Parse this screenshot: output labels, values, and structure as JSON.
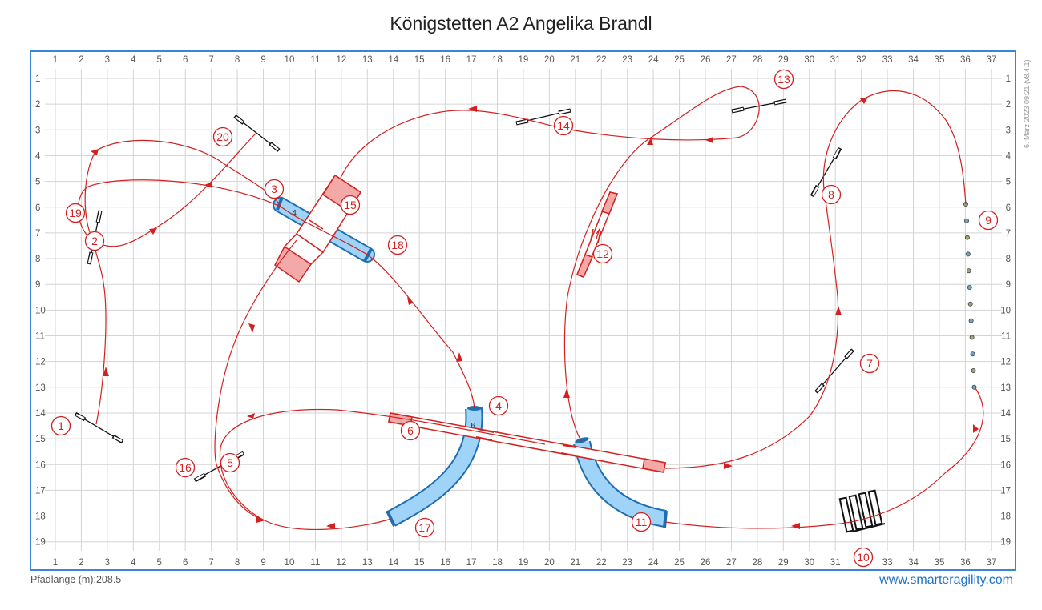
{
  "title": "Königstetten A2 Angelika Brandl",
  "path_length": "Pfadlänge (m):208.5",
  "website": "www.smarteragility.com",
  "version_note": "6. März 2023 09:21 (v8.4.1)",
  "colors": {
    "grid": "#d4d4d4",
    "border": "#3a86d6",
    "path": "#d42020",
    "tunnel": "#9fd3f7",
    "tunnel_end": "#1f6fb0",
    "contact": "#f4a9a9",
    "jump_bar": "#111111",
    "weave_pole_light": "#6aa6c9",
    "weave_pole_dark": "#a1a171"
  },
  "grid": {
    "columns": [
      "1",
      "2",
      "3",
      "4",
      "5",
      "6",
      "7",
      "8",
      "9",
      "10",
      "11",
      "12",
      "13",
      "14",
      "15",
      "16",
      "17",
      "18",
      "19",
      "20",
      "21",
      "22",
      "23",
      "24",
      "25",
      "26",
      "27",
      "28",
      "29",
      "30",
      "31",
      "32",
      "33",
      "34",
      "35",
      "36",
      "37"
    ],
    "rows": [
      "1",
      "2",
      "3",
      "4",
      "5",
      "6",
      "7",
      "8",
      "9",
      "10",
      "11",
      "12",
      "13",
      "14",
      "15",
      "16",
      "17",
      "18",
      "19"
    ]
  },
  "numbers": [
    "1",
    "2",
    "3",
    "4",
    "5",
    "6",
    "7",
    "8",
    "9",
    "10",
    "11",
    "12",
    "13",
    "14",
    "15",
    "16",
    "17",
    "18",
    "19",
    "20"
  ],
  "tunnel_labels": [
    "4",
    "6"
  ],
  "obstacles": {
    "jumps": [
      "jump-1",
      "jump-2",
      "jump-5",
      "jump-7",
      "jump-8",
      "jump-13",
      "jump-14",
      "jump-20"
    ],
    "tunnels": [
      "tunnel-4-upper",
      "tunnel-4-lower",
      "tunnel-11"
    ],
    "contacts": [
      "a-frame-15",
      "dogwalk-6",
      "seesaw-12"
    ],
    "weave_count": 12,
    "tire": "tire-10"
  }
}
